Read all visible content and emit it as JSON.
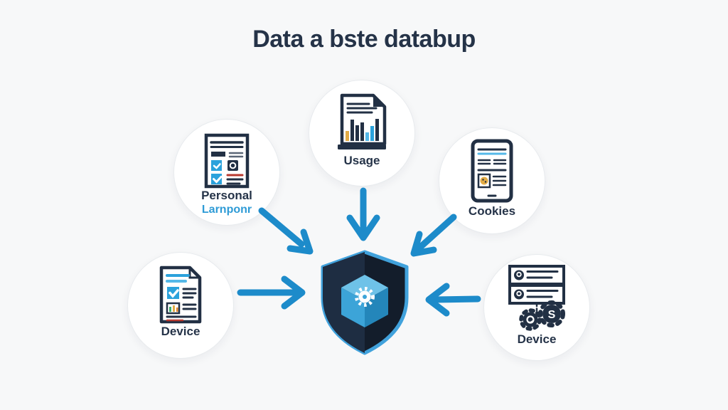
{
  "title": "Data a bste databup",
  "nodes": {
    "personal": {
      "label": "Personal",
      "sublabel": "Larnponr",
      "icon": "document-checklist-icon"
    },
    "usage": {
      "label": "Usage",
      "icon": "bar-chart-document-icon"
    },
    "cookies": {
      "label": "Cookies",
      "icon": "tablet-cookie-icon"
    },
    "device_left": {
      "label": "Device",
      "icon": "document-checkmark-icon"
    },
    "device_right": {
      "label": "Device",
      "icon": "cards-and-gears-icon"
    }
  },
  "center": {
    "icon": "shield-cube-gear-icon"
  },
  "arrows": [
    "personal-to-shield",
    "usage-to-shield",
    "cookies-to-shield",
    "device-left-to-shield",
    "device-right-to-shield"
  ],
  "colors": {
    "bg": "#f7f8f9",
    "navy_text": "#253348",
    "label_blue": "#2e9bd6",
    "arrow_blue": "#1d8bca",
    "icon_navy": "#223044",
    "icon_blue": "#2ba2dc",
    "icon_lightblue": "#54b8e8",
    "icon_gold": "#e2ab45",
    "icon_red": "#b8392f",
    "icon_green": "#3dae6d",
    "icon_orange": "#e0862f",
    "icon_gray": "#5a6676",
    "shield_border": "#41a2dc",
    "shield_left": "#1e2d42",
    "shield_right": "#131d2b",
    "cube_top": "#6ec2e8",
    "cube_left": "#3ca4d8",
    "cube_right": "#2486ba",
    "circle_border": "#e8ebee",
    "circle_fill": "#ffffff"
  }
}
